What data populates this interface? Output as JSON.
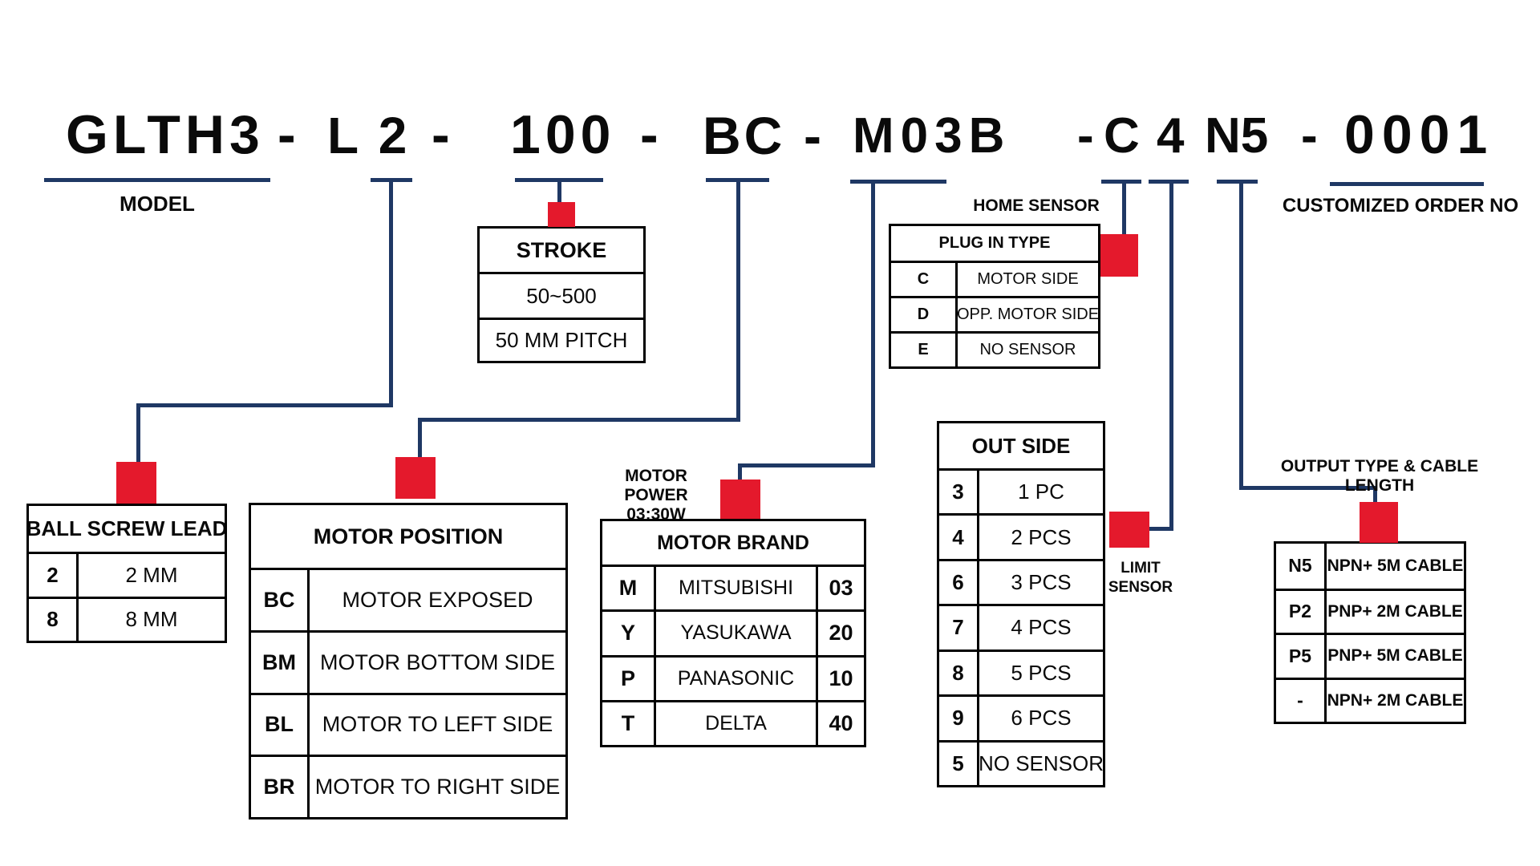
{
  "title_segments": [
    "GLTH3",
    "-",
    "L 2",
    "-",
    "100",
    "-",
    "BC",
    "-",
    "M03B",
    "-",
    "C",
    "4",
    "N5",
    "-",
    "0001"
  ],
  "labels": {
    "model": "MODEL",
    "customized_order": "CUSTOMIZED ORDER NO",
    "home_sensor": "HOME SENSOR",
    "motor_power_1": "MOTOR POWER",
    "motor_power_2": "03:30W",
    "output_type": "OUTPUT TYPE & CABLE LENGTH",
    "limit_1": "LIMIT",
    "limit_2": "SENSOR"
  },
  "stroke_box": {
    "header": "STROKE",
    "range": "50~500",
    "pitch": "50 MM PITCH"
  },
  "ball_screw_lead": {
    "header": "BALL SCREW LEAD",
    "rows": [
      {
        "code": "2",
        "desc": "2 MM"
      },
      {
        "code": "8",
        "desc": "8 MM"
      }
    ]
  },
  "motor_position": {
    "header": "MOTOR POSITION",
    "rows": [
      {
        "code": "BC",
        "desc": "MOTOR EXPOSED"
      },
      {
        "code": "BM",
        "desc": "MOTOR BOTTOM SIDE"
      },
      {
        "code": "BL",
        "desc": "MOTOR TO LEFT SIDE"
      },
      {
        "code": "BR",
        "desc": "MOTOR TO RIGHT SIDE"
      }
    ]
  },
  "motor_brand": {
    "header": "MOTOR BRAND",
    "rows": [
      {
        "code": "M",
        "brand": "MITSUBISHI",
        "power": "03"
      },
      {
        "code": "Y",
        "brand": "YASUKAWA",
        "power": "20"
      },
      {
        "code": "P",
        "brand": "PANASONIC",
        "power": "10"
      },
      {
        "code": "T",
        "brand": "DELTA",
        "power": "40"
      }
    ]
  },
  "plug_in_type": {
    "header": "PLUG IN TYPE",
    "rows": [
      {
        "code": "C",
        "desc": "MOTOR SIDE"
      },
      {
        "code": "D",
        "desc": "OPP. MOTOR SIDE"
      },
      {
        "code": "E",
        "desc": "NO SENSOR"
      }
    ]
  },
  "out_side": {
    "header": "OUT SIDE",
    "rows": [
      {
        "code": "3",
        "desc": "1 PC"
      },
      {
        "code": "4",
        "desc": "2 PCS"
      },
      {
        "code": "6",
        "desc": "3 PCS"
      },
      {
        "code": "7",
        "desc": "4 PCS"
      },
      {
        "code": "8",
        "desc": "5 PCS"
      },
      {
        "code": "9",
        "desc": "6 PCS"
      },
      {
        "code": "5",
        "desc": "NO SENSOR"
      }
    ]
  },
  "output_cable": {
    "rows": [
      {
        "code": "N5",
        "desc": "NPN+ 5M CABLE"
      },
      {
        "code": "P2",
        "desc": "PNP+ 2M CABLE"
      },
      {
        "code": "P5",
        "desc": "PNP+ 5M CABLE"
      },
      {
        "code": "-",
        "desc": "NPN+ 2M CABLE"
      }
    ]
  },
  "colors": {
    "marker_red": "#E4192C",
    "line_navy": "#1F3864"
  }
}
